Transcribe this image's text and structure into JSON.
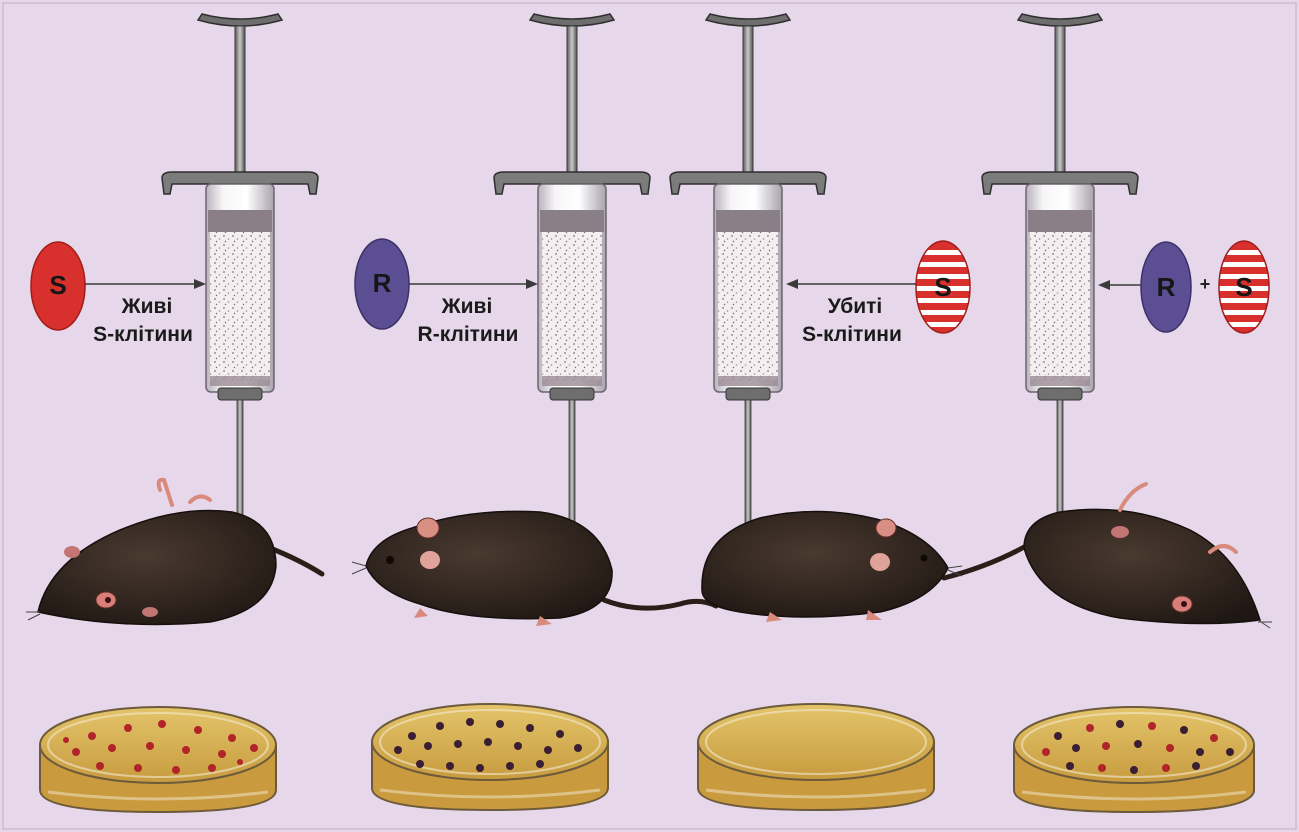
{
  "experiments": [
    {
      "id": "live-s",
      "cell": "S",
      "label_line1": "Живі",
      "label_line2": "S-клітини"
    },
    {
      "id": "live-r",
      "cell": "R",
      "label_line1": "Живі",
      "label_line2": "R-клітини"
    },
    {
      "id": "killed-s",
      "cell": "S",
      "label_line1": "Убиті",
      "label_line2": "S-клітини"
    },
    {
      "id": "mix",
      "cell_1": "R",
      "operator": "+",
      "cell_2": "S"
    }
  ],
  "colors": {
    "background": "#e6d8ea",
    "s_cell": "#d8302c",
    "r_cell": "#5b4e92",
    "killed_stripe": "#ffffff",
    "mouse_fur": "#2f231d",
    "agar": "#d9b85c",
    "colony_red": "#b0242a",
    "colony_dark": "#3a1e33"
  }
}
